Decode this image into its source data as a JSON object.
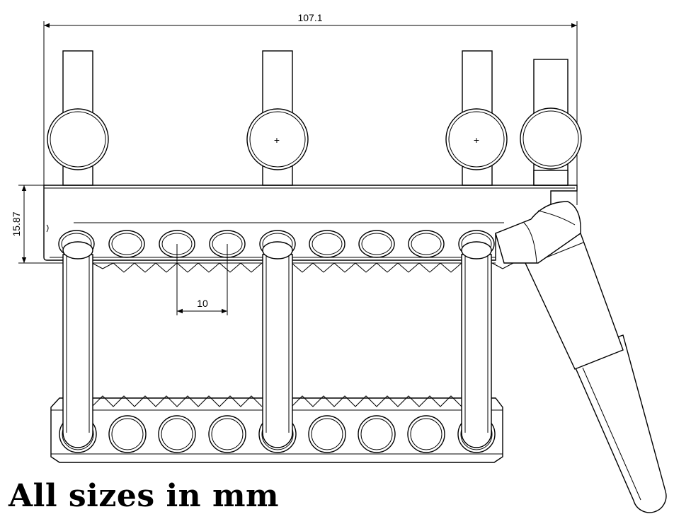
{
  "drawing": {
    "dimensions": {
      "overall_width": "107.1",
      "height": "15.87",
      "hole_pitch": "10"
    },
    "caption": "All sizes in mm",
    "center_mark": "+"
  }
}
